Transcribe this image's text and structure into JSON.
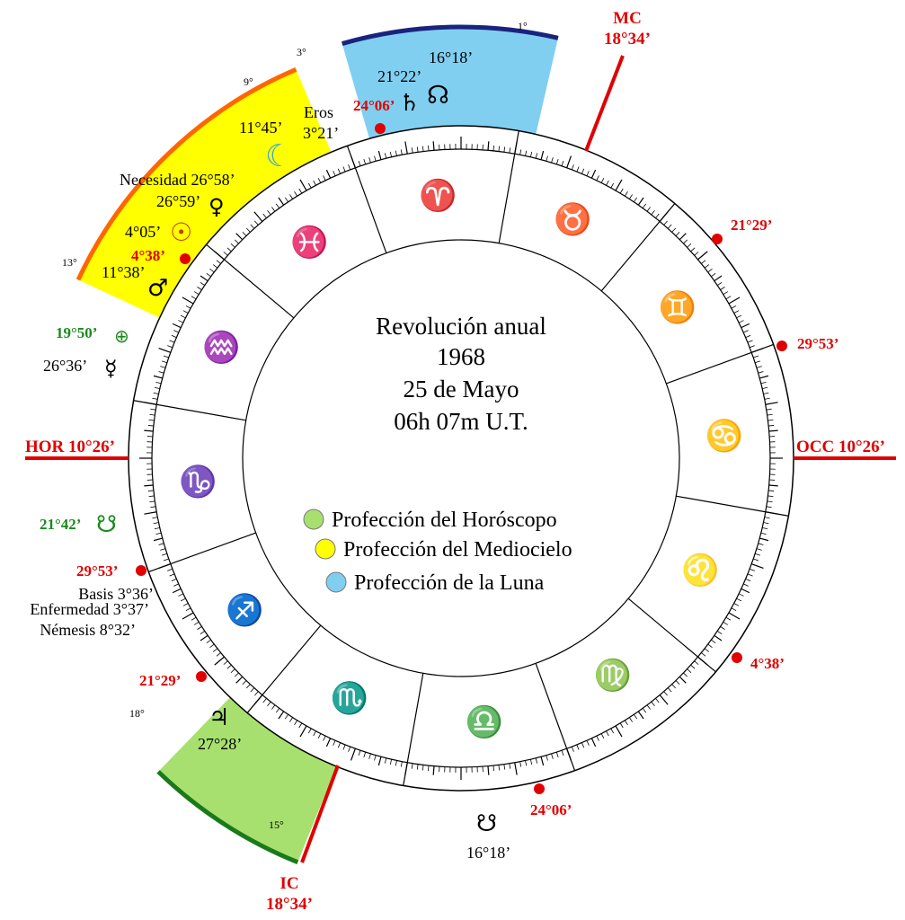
{
  "center": {
    "title": "Revolución anual",
    "year": "1968",
    "date": "25 de Mayo",
    "time": "06h 07m U.T."
  },
  "legend": [
    {
      "label": "Profección del Horóscopo",
      "color": "#a8e070"
    },
    {
      "label": "Profección del Mediocielo",
      "color": "#ffff00"
    },
    {
      "label": "Profección de la Luna",
      "color": "#80cff0"
    }
  ],
  "axes": {
    "mc": {
      "label": "MC",
      "value": "18°34’"
    },
    "ic": {
      "label": "IC",
      "value": "18°34’"
    },
    "hor": "HOR 10°26’",
    "occ": "OCC 10°26’"
  },
  "signs": [
    {
      "name": "aries",
      "glyph": "♈"
    },
    {
      "name": "pisces",
      "glyph": "♓"
    },
    {
      "name": "aquarius",
      "glyph": "♒"
    },
    {
      "name": "capricorn",
      "glyph": "♑"
    },
    {
      "name": "sagittarius",
      "glyph": "♐"
    },
    {
      "name": "scorpio",
      "glyph": "♏"
    },
    {
      "name": "libra",
      "glyph": "♎"
    },
    {
      "name": "virgo",
      "glyph": "♍"
    },
    {
      "name": "leo",
      "glyph": "♌"
    },
    {
      "name": "cancer",
      "glyph": "♋"
    },
    {
      "name": "gemini",
      "glyph": "♊"
    },
    {
      "name": "taurus",
      "glyph": "♉"
    }
  ],
  "arcs": {
    "luna": {
      "start": "3°",
      "end": "1°",
      "color": "#80cff0",
      "edge": "#1a237e"
    },
    "mediocielo": {
      "start": "13°",
      "end": "9°",
      "color": "#ffff00",
      "edge": "#ff6600"
    },
    "horoscopo": {
      "start": "18°",
      "end": "15°",
      "color": "#a8e070",
      "edge": "#1a7a1a"
    }
  },
  "cusps": {
    "c24_06_top": "24°06’",
    "c21_29_right": "21°29’",
    "c29_53_right": "29°53’",
    "c4_38_right": "4°38’",
    "c24_06_bottom": "24°06’",
    "c21_29_left": "21°29’",
    "c29_53_left": "29°53’",
    "c4_38_left": "4°38’"
  },
  "planets": {
    "saturn": {
      "glyph": "♄",
      "value": "21°22’"
    },
    "node_north": {
      "glyph": "☊",
      "value": "16°18’"
    },
    "node_south": {
      "glyph": "☋",
      "value": "16°18’"
    },
    "moon": {
      "glyph": "☾",
      "value": "11°45’"
    },
    "venus": {
      "glyph": "♀",
      "value": "26°59’"
    },
    "sun": {
      "glyph": "☉",
      "value": "4°05’"
    },
    "mars": {
      "glyph": "♂",
      "value": "11°38’"
    },
    "mercury": {
      "glyph": "☿",
      "value": "26°36’"
    },
    "fortune": {
      "glyph": "⊕",
      "value": "19°50’"
    },
    "nodes_green": {
      "glyph": "☋",
      "value": "21°42’"
    },
    "jupiter": {
      "glyph": "♃",
      "value": "27°28’"
    }
  },
  "points": {
    "eros": {
      "name": "Eros",
      "value": "3°21’"
    },
    "necesidad": "Necesidad 26°58’",
    "basis": "Basis 3°36’",
    "enfermedad": "Enfermedad 3°37’",
    "nemesis": "Némesis 8°32’"
  }
}
